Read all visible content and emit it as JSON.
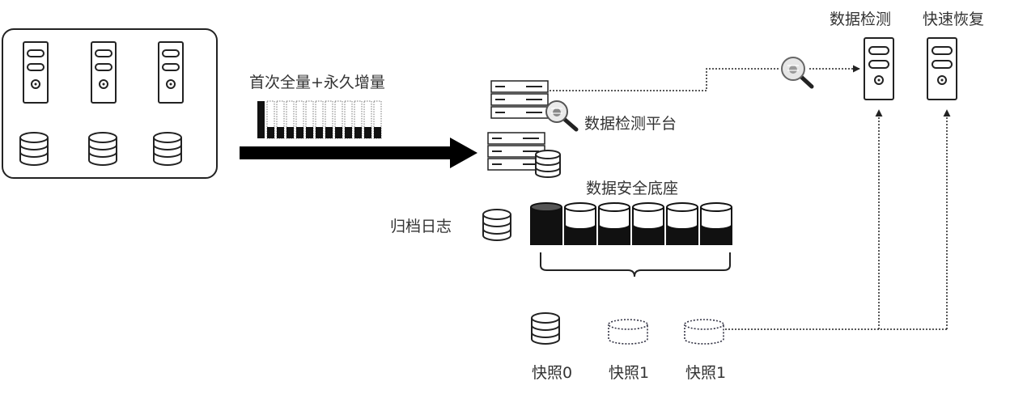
{
  "labels": {
    "backup_strategy": "首次全量+永久增量",
    "detection_platform": "数据检测平台",
    "data_security_base": "数据安全底座",
    "archive_log": "归档日志",
    "data_detection": "数据检测",
    "fast_recovery": "快速恢复"
  },
  "snapshots": [
    {
      "label": "快照0"
    },
    {
      "label": "快照1"
    },
    {
      "label": "快照1"
    }
  ],
  "incremental_chain": {
    "full_count": 1,
    "increment_count": 12
  },
  "storage_chain": {
    "full_count": 1,
    "increment_count": 5
  }
}
